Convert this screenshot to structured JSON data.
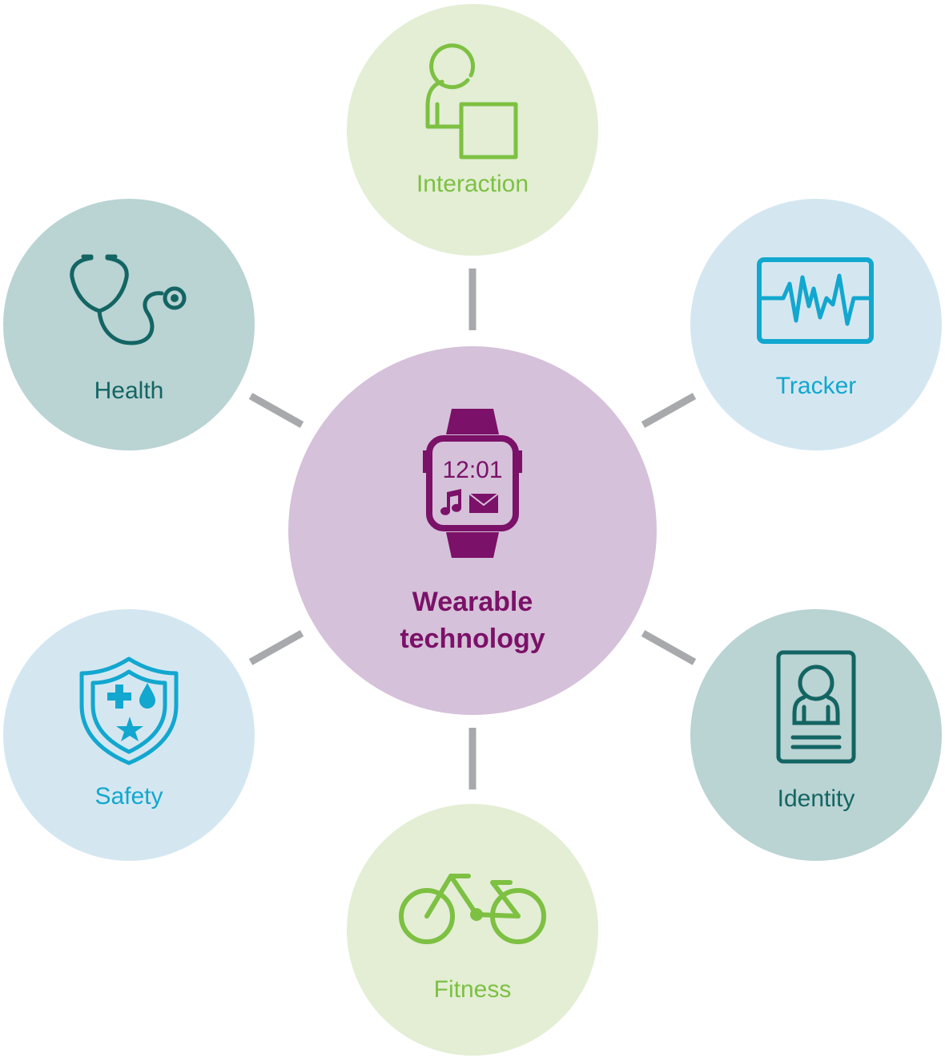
{
  "center": {
    "title_line1": "Wearable",
    "title_line2": "technology",
    "watch_time": "12:01",
    "color": "#7b1168",
    "fill": "#d5c1d9",
    "icon": "smartwatch-icon"
  },
  "nodes": {
    "interaction": {
      "label": "Interaction",
      "color": "#7dc042",
      "fill": "#e3eed5",
      "icon": "person-with-screen-icon"
    },
    "tracker": {
      "label": "Tracker",
      "color": "#12a7cf",
      "fill": "#d4e7f1",
      "icon": "heart-rate-monitor-icon"
    },
    "identity": {
      "label": "Identity",
      "color": "#136563",
      "fill": "#bad3d3",
      "icon": "id-card-icon"
    },
    "fitness": {
      "label": "Fitness",
      "color": "#7dc042",
      "fill": "#e3eed5",
      "icon": "bicycle-icon"
    },
    "safety": {
      "label": "Safety",
      "color": "#12a7cf",
      "fill": "#d4e7f1",
      "icon": "shield-icon"
    },
    "health": {
      "label": "Health",
      "color": "#136563",
      "fill": "#bad3d3",
      "icon": "stethoscope-icon"
    }
  },
  "connector_color": "#a7a9ac"
}
